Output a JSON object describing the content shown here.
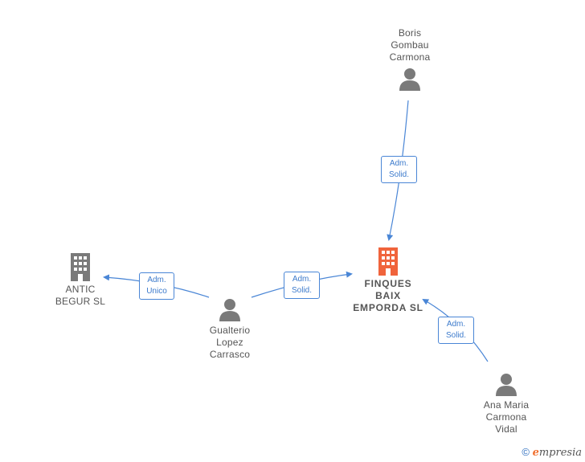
{
  "colors": {
    "person": "#7a7a7a",
    "company": "#7a7a7a",
    "focus_company": "#f0643c",
    "edge": "#4a86d6"
  },
  "nodes": {
    "boris": {
      "label": "Boris\nGombau\nCarmona",
      "icon": "person-icon"
    },
    "focus": {
      "label": "FINQUES\nBAIX\nEMPORDA SL",
      "icon": "building-icon"
    },
    "antic": {
      "label": "ANTIC\nBEGUR SL",
      "icon": "building-icon"
    },
    "gualterio": {
      "label": "Gualterio\nLopez\nCarrasco",
      "icon": "person-icon"
    },
    "ana": {
      "label": "Ana Maria\nCarmona\nVidal",
      "icon": "person-icon"
    }
  },
  "edges": [
    {
      "from": "boris",
      "to": "focus",
      "label": "Adm.\nSolid."
    },
    {
      "from": "gualterio",
      "to": "antic",
      "label": "Adm.\nUnico"
    },
    {
      "from": "gualterio",
      "to": "focus",
      "label": "Adm.\nSolid."
    },
    {
      "from": "ana",
      "to": "focus",
      "label": "Adm.\nSolid."
    }
  ],
  "footer": {
    "copyright": "©",
    "brand_first": "e",
    "brand_rest": "mpresia"
  }
}
